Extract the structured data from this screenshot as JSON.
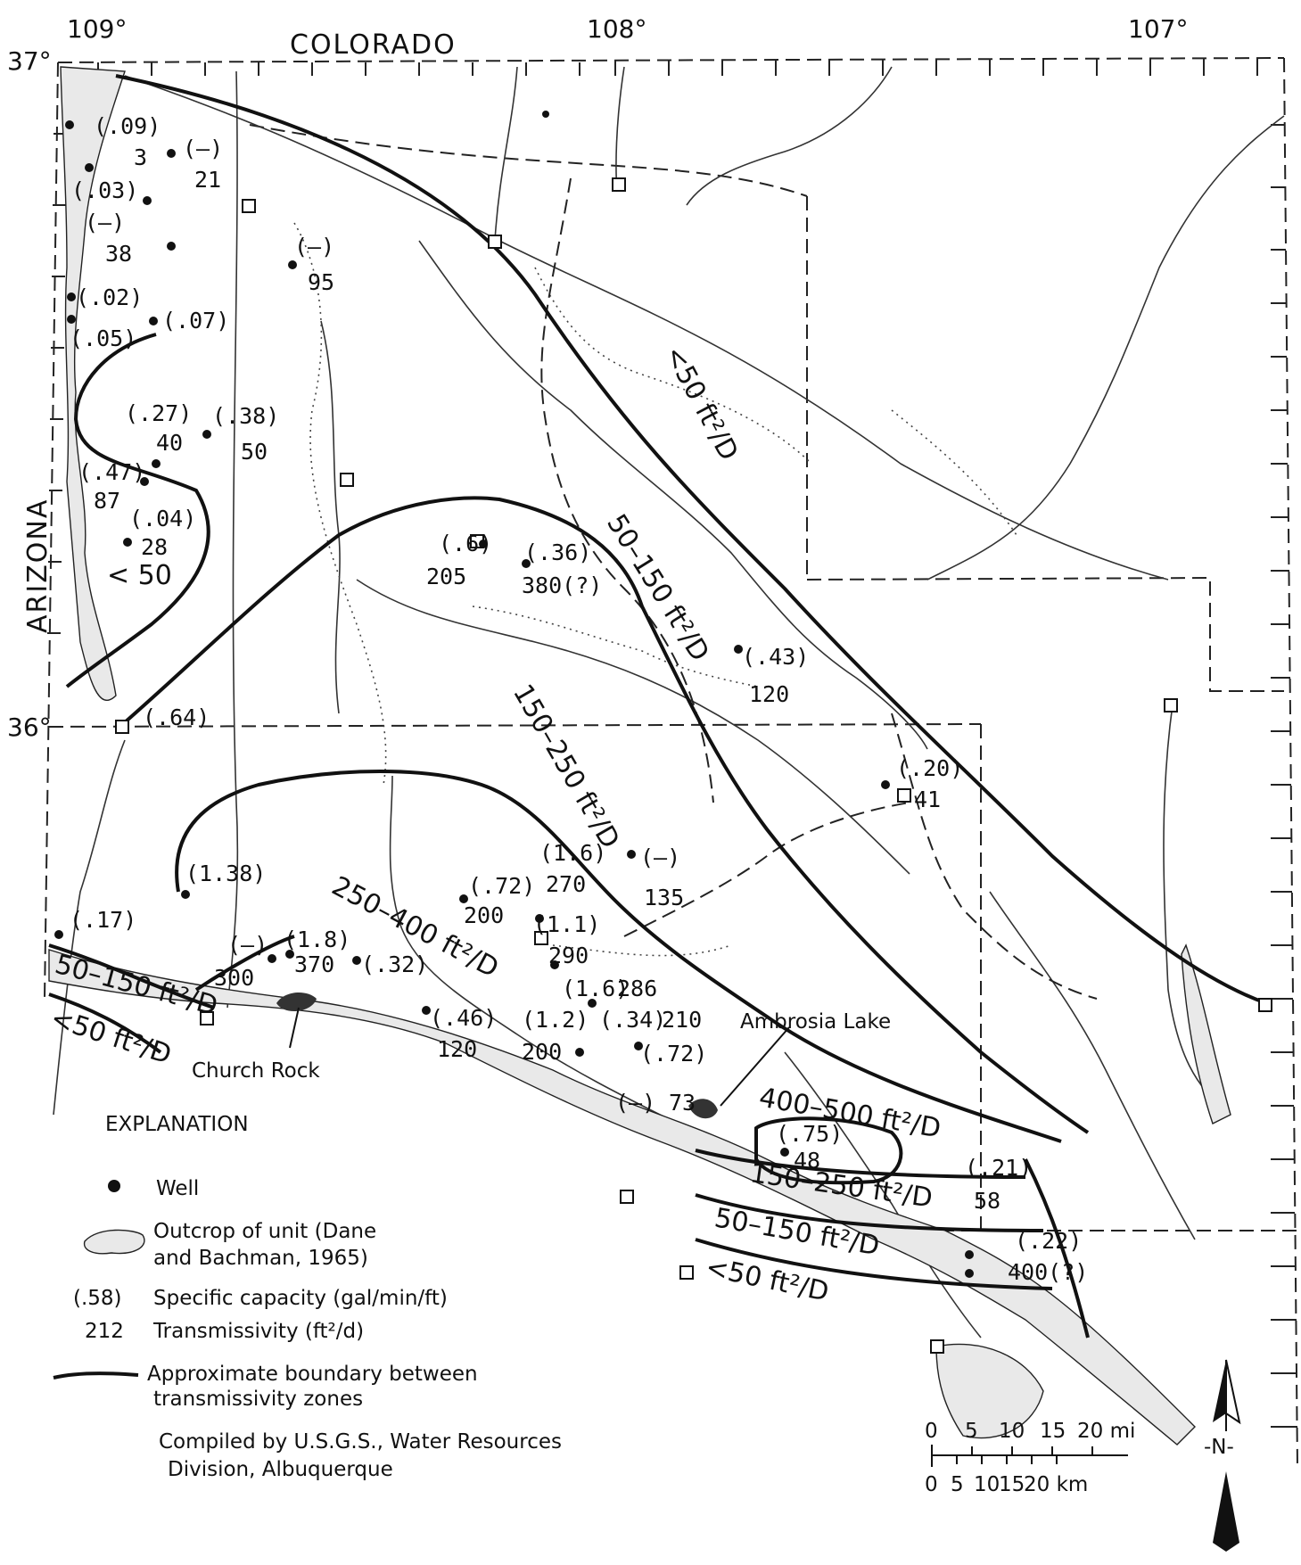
{
  "map": {
    "state_labels": {
      "north": "COLORADO",
      "west": "ARIZONA"
    },
    "graticule": {
      "lon_109": "109°",
      "lon_108": "108°",
      "lon_107": "107°",
      "lat_37": "37°",
      "lat_36": "36°"
    },
    "places": {
      "church_rock": "Church Rock",
      "ambrosia_lake": "Ambrosia Lake"
    },
    "zone_labels": [
      {
        "id": "z-lt50-ne",
        "text": "<50 ft²/D"
      },
      {
        "id": "z-50-150-ne",
        "text": "50–150 ft²/D"
      },
      {
        "id": "z-150-250-c",
        "text": "150–250 ft²/D"
      },
      {
        "id": "z-250-400",
        "text": "250–400 ft²/D"
      },
      {
        "id": "z-lt50-w",
        "text": "< 50"
      },
      {
        "id": "z-50-150-sw",
        "text": "50–150 ft²/D"
      },
      {
        "id": "z-lt50-sw",
        "text": "<50 ft²/D"
      },
      {
        "id": "z-400-500",
        "text": "400–500 ft²/D"
      },
      {
        "id": "z-150-250-se",
        "text": "150–250 ft²/D"
      },
      {
        "id": "z-50-150-se",
        "text": "50–150 ft²/D"
      },
      {
        "id": "z-lt50-se",
        "text": "<50 ft²/D"
      }
    ],
    "wells": [
      {
        "sc": "(.09)",
        "t": "3"
      },
      {
        "sc": "(–)",
        "t": "21"
      },
      {
        "sc": "(.03)",
        "t": ""
      },
      {
        "sc": "(–)",
        "t": "38"
      },
      {
        "sc": "(–)",
        "t": "95"
      },
      {
        "sc": "(.02)",
        "t": ""
      },
      {
        "sc": "(.05)",
        "t": ""
      },
      {
        "sc": "(.07)",
        "t": ""
      },
      {
        "sc": "(.27)",
        "t": "40"
      },
      {
        "sc": "(.38)",
        "t": "50"
      },
      {
        "sc": "(.47)",
        "t": "87"
      },
      {
        "sc": "(.04)",
        "t": "28"
      },
      {
        "sc": "(.6)",
        "t": "205"
      },
      {
        "sc": "(.36)",
        "t": "380(?)"
      },
      {
        "sc": "(.43)",
        "t": "120"
      },
      {
        "sc": "(.64)",
        "t": ""
      },
      {
        "sc": "(.20)",
        "t": "41"
      },
      {
        "sc": "(1.38)",
        "t": ""
      },
      {
        "sc": "(.17)",
        "t": ""
      },
      {
        "sc": "(–)",
        "t": "300"
      },
      {
        "sc": "(1.8)",
        "t": "370"
      },
      {
        "sc": "(.32)",
        "t": ""
      },
      {
        "sc": "(1.6)",
        "t": "270"
      },
      {
        "sc": "(–)",
        "t": "135"
      },
      {
        "sc": "(.72)",
        "t": "200"
      },
      {
        "sc": "(1.1)",
        "t": "290"
      },
      {
        "sc": "(1.6)",
        "t": "286"
      },
      {
        "sc": "(.46)",
        "t": "120"
      },
      {
        "sc": "(1.2)",
        "t": "200"
      },
      {
        "sc": "(.34)",
        "t": "210"
      },
      {
        "sc": "(.72)",
        "t": ""
      },
      {
        "sc": "(–)",
        "t": "73"
      },
      {
        "sc": "(.75)",
        "t": "48"
      },
      {
        "sc": "(.21)",
        "t": "58"
      },
      {
        "sc": "(.22)",
        "t": "400(?)"
      }
    ]
  },
  "explanation": {
    "title": "EXPLANATION",
    "well": "Well",
    "outcrop_1": "Outcrop of unit (Dane",
    "outcrop_2": "and Bachman, 1965)",
    "sc_sample": "(.58)",
    "sc_text": "Specific capacity (gal/min/ft)",
    "t_sample": "212",
    "t_text": "Transmissivity (ft²/d)",
    "boundary_1": "Approximate boundary between",
    "boundary_2": "transmissivity zones",
    "credit_1": "Compiled by U.S.G.S., Water Resources",
    "credit_2": "Division, Albuquerque"
  },
  "scale": {
    "mi_labels": [
      "0",
      "5",
      "10",
      "15",
      "20 mi"
    ],
    "km_labels": [
      "0",
      "5",
      "10",
      "15",
      "20 km"
    ]
  },
  "north_arrow": {
    "label": "-N-"
  }
}
